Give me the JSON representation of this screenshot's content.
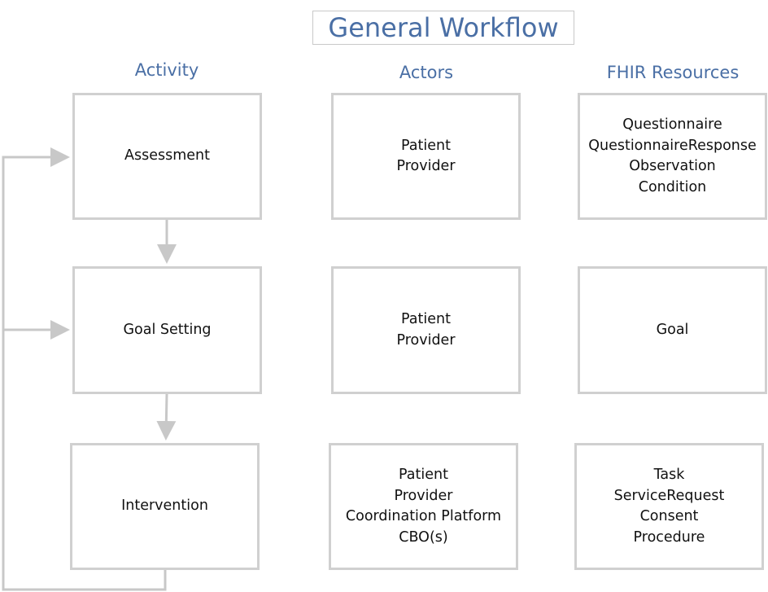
{
  "title": "General Workflow",
  "columns": {
    "activity": "Activity",
    "actors": "Actors",
    "fhir": "FHIR Resources"
  },
  "rows": [
    {
      "activity": "Assessment",
      "actors": [
        "Patient",
        "Provider"
      ],
      "fhir": [
        "Questionnaire",
        "QuestionnaireResponse",
        "Observation",
        "Condition"
      ]
    },
    {
      "activity": "Goal Setting",
      "actors": [
        "Patient",
        "Provider"
      ],
      "fhir": [
        "Goal"
      ]
    },
    {
      "activity": "Intervention",
      "actors": [
        "Patient",
        "Provider",
        "Coordination Platform",
        "CBO(s)"
      ],
      "fhir": [
        "Task",
        "ServiceRequest",
        "Consent",
        "Procedure"
      ]
    }
  ],
  "colors": {
    "heading": "#4a6fa5",
    "border": "#d0d0d0",
    "connector": "#c8c8c8"
  }
}
